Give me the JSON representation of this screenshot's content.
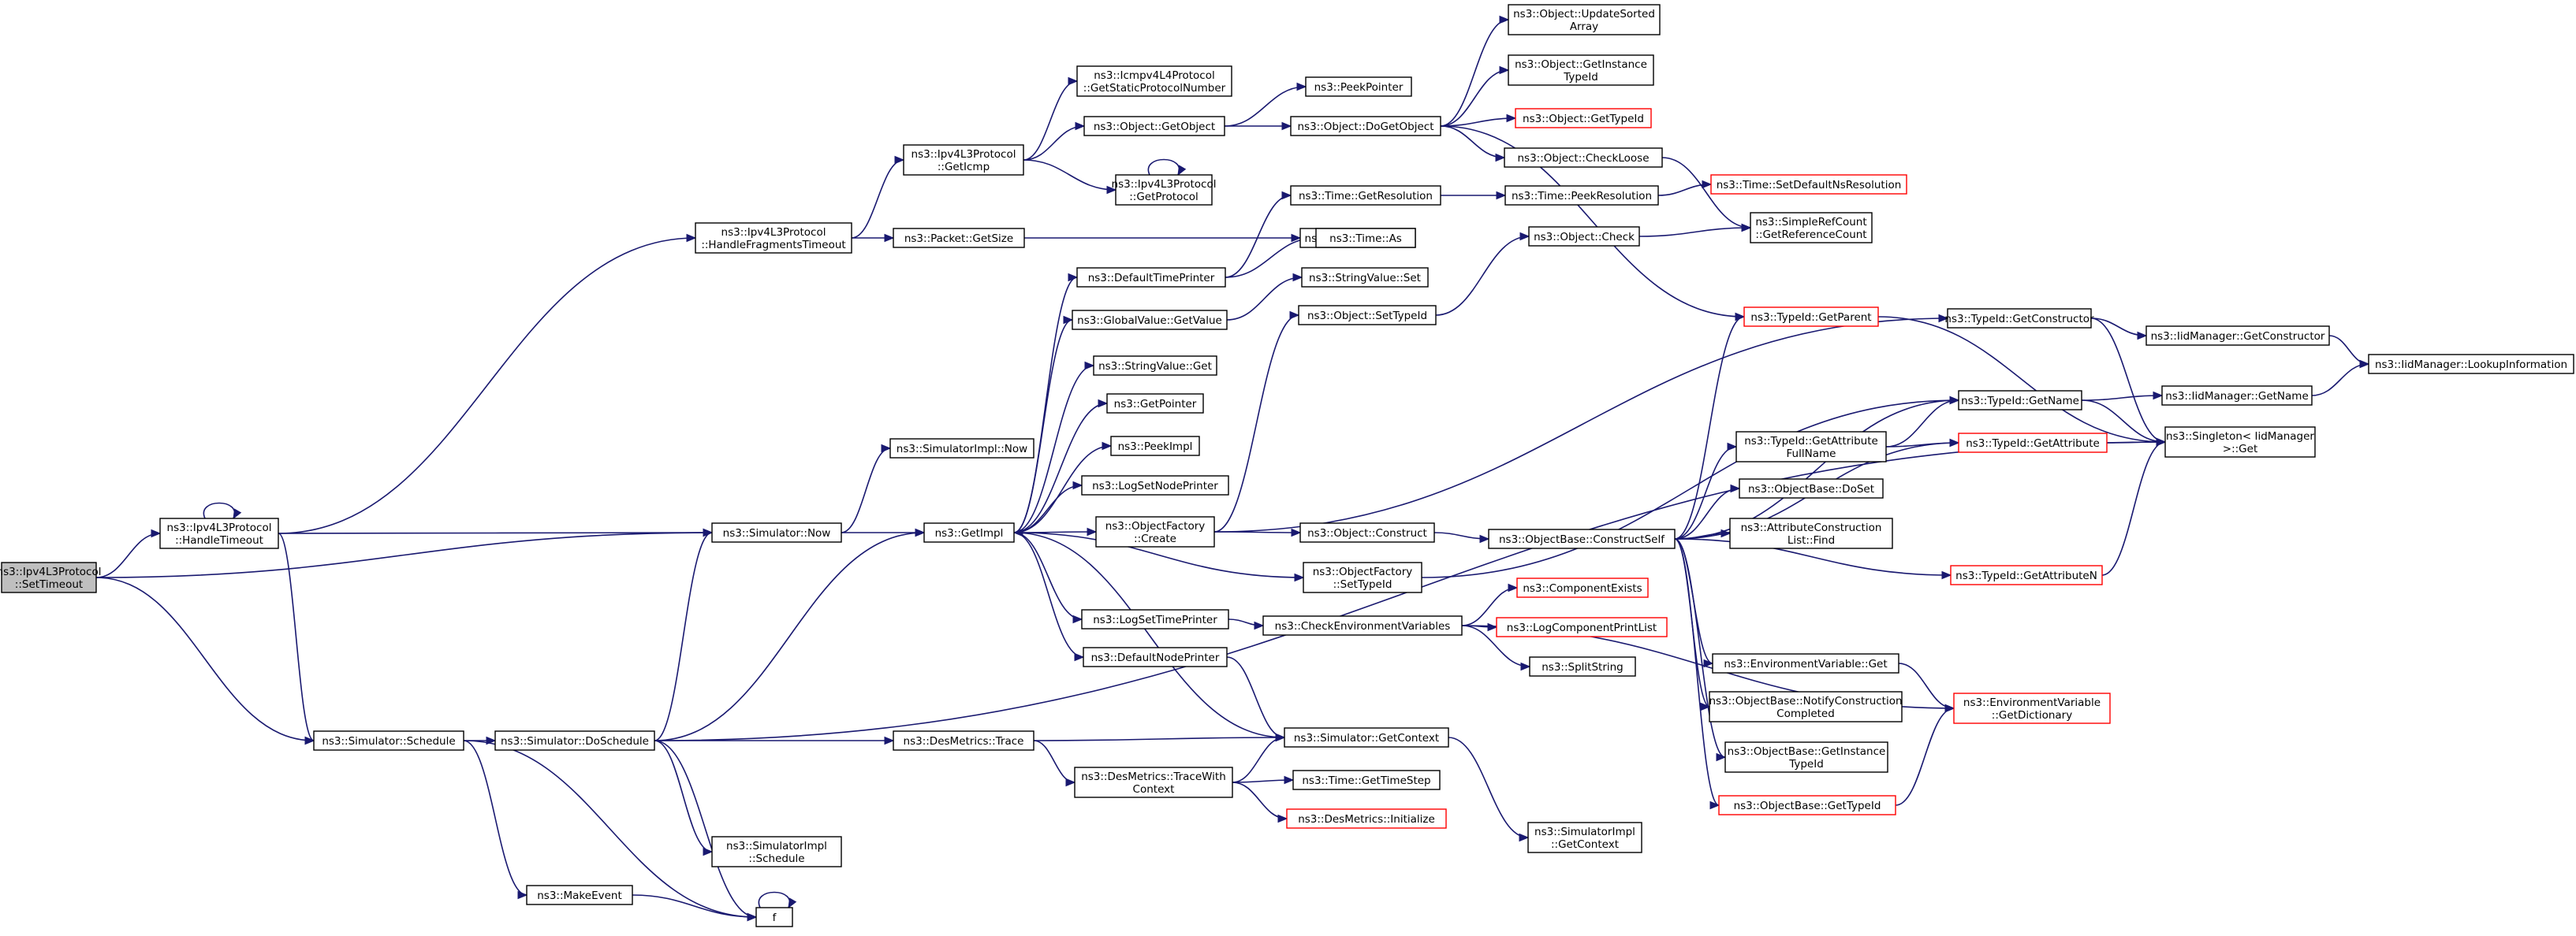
{
  "diagram": {
    "title": "",
    "nodes": [
      {
        "id": "root",
        "lines": [
          "ns3::Ipv4L3Protocol",
          "::SetTimeout"
        ],
        "style": "root"
      },
      {
        "id": "handleTimeout",
        "lines": [
          "ns3::Ipv4L3Protocol",
          "::HandleTimeout"
        ]
      },
      {
        "id": "handleFrag",
        "lines": [
          "ns3::Ipv4L3Protocol",
          "::HandleFragmentsTimeout"
        ]
      },
      {
        "id": "schedule",
        "lines": [
          "ns3::Simulator::Schedule"
        ]
      },
      {
        "id": "now",
        "lines": [
          "ns3::Simulator::Now"
        ]
      },
      {
        "id": "implNow",
        "lines": [
          "ns3::SimulatorImpl::Now"
        ]
      },
      {
        "id": "getImpl",
        "lines": [
          "ns3::GetImpl"
        ]
      },
      {
        "id": "doSchedule",
        "lines": [
          "ns3::Simulator::DoSchedule"
        ]
      },
      {
        "id": "makeEvent",
        "lines": [
          "ns3::MakeEvent"
        ]
      },
      {
        "id": "f",
        "lines": [
          "f"
        ]
      },
      {
        "id": "implSchedule",
        "lines": [
          "ns3::SimulatorImpl",
          "::Schedule"
        ]
      },
      {
        "id": "desTrace",
        "lines": [
          "ns3::DesMetrics::Trace"
        ]
      },
      {
        "id": "desTraceWith",
        "lines": [
          "ns3::DesMetrics::TraceWith",
          "Context"
        ]
      },
      {
        "id": "getIcmp",
        "lines": [
          "ns3::Ipv4L3Protocol",
          "::GetIcmp"
        ]
      },
      {
        "id": "pktGetSize",
        "lines": [
          "ns3::Packet::GetSize"
        ]
      },
      {
        "id": "icmpStatic",
        "lines": [
          "ns3::Icmpv4L4Protocol",
          "::GetStaticProtocolNumber"
        ]
      },
      {
        "id": "objGetObject",
        "lines": [
          "ns3::Object::GetObject"
        ]
      },
      {
        "id": "ipv4GetProtocol",
        "lines": [
          "ns3::Ipv4L3Protocol",
          "::GetProtocol"
        ]
      },
      {
        "id": "peekPointer",
        "lines": [
          "ns3::PeekPointer"
        ]
      },
      {
        "id": "doGetObject",
        "lines": [
          "ns3::Object::DoGetObject"
        ]
      },
      {
        "id": "bufGetSize",
        "lines": [
          "ns3::Buffer::GetSize"
        ]
      },
      {
        "id": "defTimePrinter",
        "lines": [
          "ns3::DefaultTimePrinter"
        ]
      },
      {
        "id": "globalGetValue",
        "lines": [
          "ns3::GlobalValue::GetValue"
        ]
      },
      {
        "id": "strGet",
        "lines": [
          "ns3::StringValue::Get"
        ]
      },
      {
        "id": "getPointer",
        "lines": [
          "ns3::GetPointer"
        ]
      },
      {
        "id": "peekImpl",
        "lines": [
          "ns3::PeekImpl"
        ]
      },
      {
        "id": "logSetNode",
        "lines": [
          "ns3::LogSetNodePrinter"
        ]
      },
      {
        "id": "ofCreate",
        "lines": [
          "ns3::ObjectFactory",
          "::Create"
        ]
      },
      {
        "id": "ofSetTypeId",
        "lines": [
          "ns3::ObjectFactory",
          "::SetTypeId"
        ]
      },
      {
        "id": "logSetTime",
        "lines": [
          "ns3::LogSetTimePrinter"
        ]
      },
      {
        "id": "defNodePrinter",
        "lines": [
          "ns3::DefaultNodePrinter"
        ]
      },
      {
        "id": "timeGetRes",
        "lines": [
          "ns3::Time::GetResolution"
        ]
      },
      {
        "id": "timeAs",
        "lines": [
          "ns3::Time::As"
        ]
      },
      {
        "id": "strSet",
        "lines": [
          "ns3::StringValue::Set"
        ]
      },
      {
        "id": "objSetTypeId",
        "lines": [
          "ns3::Object::SetTypeId"
        ]
      },
      {
        "id": "objConstruct",
        "lines": [
          "ns3::Object::Construct"
        ]
      },
      {
        "id": "checkEnv",
        "lines": [
          "ns3::CheckEnvironmentVariables"
        ]
      },
      {
        "id": "simGetContext",
        "lines": [
          "ns3::Simulator::GetContext"
        ]
      },
      {
        "id": "timeGetStep",
        "lines": [
          "ns3::Time::GetTimeStep"
        ]
      },
      {
        "id": "desInit",
        "lines": [
          "ns3::DesMetrics::Initialize"
        ],
        "style": "red"
      },
      {
        "id": "implGetContext",
        "lines": [
          "ns3::SimulatorImpl",
          "::GetContext"
        ]
      },
      {
        "id": "updSorted",
        "lines": [
          "ns3::Object::UpdateSorted",
          "Array"
        ]
      },
      {
        "id": "getInstTid",
        "lines": [
          "ns3::Object::GetInstance",
          "TypeId"
        ]
      },
      {
        "id": "objGetTypeId",
        "lines": [
          "ns3::Object::GetTypeId"
        ],
        "style": "red"
      },
      {
        "id": "checkLoose",
        "lines": [
          "ns3::Object::CheckLoose"
        ]
      },
      {
        "id": "timePeekRes",
        "lines": [
          "ns3::Time::PeekResolution"
        ]
      },
      {
        "id": "objCheck",
        "lines": [
          "ns3::Object::Check"
        ]
      },
      {
        "id": "obConstructSelf",
        "lines": [
          "ns3::ObjectBase::ConstructSelf"
        ]
      },
      {
        "id": "compExists",
        "lines": [
          "ns3::ComponentExists"
        ],
        "style": "red"
      },
      {
        "id": "logCompPrint",
        "lines": [
          "ns3::LogComponentPrintList"
        ],
        "style": "red"
      },
      {
        "id": "splitString",
        "lines": [
          "ns3::SplitString"
        ]
      },
      {
        "id": "setDefNs",
        "lines": [
          "ns3::Time::SetDefaultNsResolution"
        ],
        "style": "red"
      },
      {
        "id": "srcGetRef",
        "lines": [
          "ns3::SimpleRefCount",
          "::GetReferenceCount"
        ]
      },
      {
        "id": "tidGetParent",
        "lines": [
          "ns3::TypeId::GetParent"
        ],
        "style": "red"
      },
      {
        "id": "tidGetAttrFull",
        "lines": [
          "ns3::TypeId::GetAttribute",
          "FullName"
        ]
      },
      {
        "id": "obDoSet",
        "lines": [
          "ns3::ObjectBase::DoSet"
        ]
      },
      {
        "id": "acFind",
        "lines": [
          "ns3::AttributeConstruction",
          "List::Find"
        ]
      },
      {
        "id": "envGet",
        "lines": [
          "ns3::EnvironmentVariable::Get"
        ]
      },
      {
        "id": "obNotify",
        "lines": [
          "ns3::ObjectBase::NotifyConstruction",
          "Completed"
        ]
      },
      {
        "id": "obGetInst",
        "lines": [
          "ns3::ObjectBase::GetInstance",
          "TypeId"
        ]
      },
      {
        "id": "obGetTypeId",
        "lines": [
          "ns3::ObjectBase::GetTypeId"
        ],
        "style": "red"
      },
      {
        "id": "tidGetCtor",
        "lines": [
          "ns3::TypeId::GetConstructor"
        ]
      },
      {
        "id": "tidGetName",
        "lines": [
          "ns3::TypeId::GetName"
        ]
      },
      {
        "id": "tidGetAttr",
        "lines": [
          "ns3::TypeId::GetAttribute"
        ],
        "style": "red"
      },
      {
        "id": "tidGetAttrN",
        "lines": [
          "ns3::TypeId::GetAttributeN"
        ],
        "style": "red"
      },
      {
        "id": "envGetDict",
        "lines": [
          "ns3::EnvironmentVariable",
          "::GetDictionary"
        ],
        "style": "red"
      },
      {
        "id": "iidGetCtor",
        "lines": [
          "ns3::IidManager::GetConstructor"
        ]
      },
      {
        "id": "iidGetName",
        "lines": [
          "ns3::IidManager::GetName"
        ]
      },
      {
        "id": "singletonGet",
        "lines": [
          "ns3::Singleton< IidManager",
          " >::Get"
        ]
      },
      {
        "id": "iidLookup",
        "lines": [
          "ns3::IidManager::LookupInformation"
        ]
      }
    ],
    "edges": [
      [
        "root",
        "handleTimeout"
      ],
      [
        "root",
        "now"
      ],
      [
        "root",
        "schedule"
      ],
      [
        "handleTimeout",
        "handleTimeout"
      ],
      [
        "handleTimeout",
        "handleFrag"
      ],
      [
        "handleTimeout",
        "now"
      ],
      [
        "handleTimeout",
        "schedule"
      ],
      [
        "handleFrag",
        "getIcmp"
      ],
      [
        "handleFrag",
        "pktGetSize"
      ],
      [
        "getIcmp",
        "icmpStatic"
      ],
      [
        "getIcmp",
        "objGetObject"
      ],
      [
        "getIcmp",
        "ipv4GetProtocol"
      ],
      [
        "ipv4GetProtocol",
        "ipv4GetProtocol"
      ],
      [
        "objGetObject",
        "peekPointer"
      ],
      [
        "objGetObject",
        "doGetObject"
      ],
      [
        "doGetObject",
        "updSorted"
      ],
      [
        "doGetObject",
        "getInstTid"
      ],
      [
        "doGetObject",
        "objGetTypeId"
      ],
      [
        "doGetObject",
        "checkLoose"
      ],
      [
        "doGetObject",
        "tidGetParent"
      ],
      [
        "checkLoose",
        "srcGetRef"
      ],
      [
        "pktGetSize",
        "bufGetSize"
      ],
      [
        "schedule",
        "doSchedule"
      ],
      [
        "schedule",
        "makeEvent"
      ],
      [
        "schedule",
        "f"
      ],
      [
        "makeEvent",
        "f"
      ],
      [
        "f",
        "f"
      ],
      [
        "doSchedule",
        "now"
      ],
      [
        "doSchedule",
        "getImpl"
      ],
      [
        "doSchedule",
        "desTrace"
      ],
      [
        "doSchedule",
        "implSchedule"
      ],
      [
        "doSchedule",
        "f"
      ],
      [
        "doSchedule",
        "singletonGet"
      ],
      [
        "now",
        "implNow"
      ],
      [
        "now",
        "getImpl"
      ],
      [
        "getImpl",
        "defTimePrinter"
      ],
      [
        "getImpl",
        "globalGetValue"
      ],
      [
        "getImpl",
        "strGet"
      ],
      [
        "getImpl",
        "getPointer"
      ],
      [
        "getImpl",
        "peekImpl"
      ],
      [
        "getImpl",
        "logSetNode"
      ],
      [
        "getImpl",
        "ofCreate"
      ],
      [
        "getImpl",
        "ofSetTypeId"
      ],
      [
        "getImpl",
        "logSetTime"
      ],
      [
        "getImpl",
        "defNodePrinter"
      ],
      [
        "defTimePrinter",
        "timeGetRes"
      ],
      [
        "defTimePrinter",
        "timeAs"
      ],
      [
        "timeGetRes",
        "timePeekRes"
      ],
      [
        "timePeekRes",
        "setDefNs"
      ],
      [
        "globalGetValue",
        "strSet"
      ],
      [
        "ofCreate",
        "objSetTypeId"
      ],
      [
        "ofCreate",
        "objConstruct"
      ],
      [
        "ofCreate",
        "tidGetCtor"
      ],
      [
        "objSetTypeId",
        "objCheck"
      ],
      [
        "objCheck",
        "srcGetRef"
      ],
      [
        "ofSetTypeId",
        "tidGetName"
      ],
      [
        "objConstruct",
        "obConstructSelf"
      ],
      [
        "obConstructSelf",
        "tidGetParent"
      ],
      [
        "obConstructSelf",
        "tidGetName"
      ],
      [
        "obConstructSelf",
        "tidGetAttrFull"
      ],
      [
        "obConstructSelf",
        "obDoSet"
      ],
      [
        "obConstructSelf",
        "acFind"
      ],
      [
        "obConstructSelf",
        "tidGetAttr"
      ],
      [
        "obConstructSelf",
        "tidGetAttrN"
      ],
      [
        "obConstructSelf",
        "envGet"
      ],
      [
        "obConstructSelf",
        "obNotify"
      ],
      [
        "obConstructSelf",
        "obGetInst"
      ],
      [
        "obConstructSelf",
        "obGetTypeId"
      ],
      [
        "tidGetAttrFull",
        "tidGetName"
      ],
      [
        "tidGetAttrFull",
        "tidGetAttr"
      ],
      [
        "tidGetAttr",
        "singletonGet"
      ],
      [
        "tidGetAttrN",
        "singletonGet"
      ],
      [
        "tidGetParent",
        "singletonGet"
      ],
      [
        "tidGetCtor",
        "iidGetCtor"
      ],
      [
        "tidGetCtor",
        "singletonGet"
      ],
      [
        "tidGetName",
        "iidGetName"
      ],
      [
        "tidGetName",
        "singletonGet"
      ],
      [
        "iidGetCtor",
        "iidLookup"
      ],
      [
        "iidGetName",
        "iidLookup"
      ],
      [
        "envGet",
        "envGetDict"
      ],
      [
        "logSetTime",
        "checkEnv"
      ],
      [
        "checkEnv",
        "compExists"
      ],
      [
        "checkEnv",
        "logCompPrint"
      ],
      [
        "checkEnv",
        "splitString"
      ],
      [
        "checkEnv",
        "envGetDict"
      ],
      [
        "defNodePrinter",
        "simGetContext"
      ],
      [
        "simGetContext",
        "getImpl"
      ],
      [
        "simGetContext",
        "implGetContext"
      ],
      [
        "desTrace",
        "simGetContext"
      ],
      [
        "desTrace",
        "desTraceWith"
      ],
      [
        "desTraceWith",
        "simGetContext"
      ],
      [
        "desTraceWith",
        "timeGetStep"
      ],
      [
        "desTraceWith",
        "desInit"
      ],
      [
        "obGetTypeId",
        "envGetDict"
      ]
    ]
  }
}
